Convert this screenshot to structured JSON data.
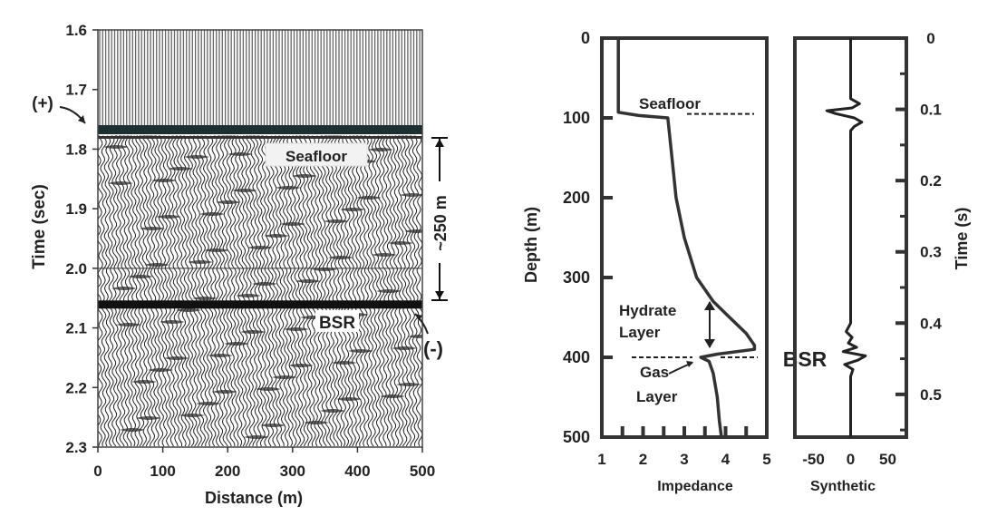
{
  "chart_data": [
    {
      "type": "seismic_section",
      "xlabel": "Distance (m)",
      "ylabel": "Time (sec)",
      "xlim": [
        0,
        500
      ],
      "ylim": [
        1.6,
        2.3
      ],
      "x_ticks": [
        "0",
        "100",
        "200",
        "300",
        "400",
        "500"
      ],
      "y_ticks": [
        "1.6",
        "1.7",
        "1.8",
        "1.9",
        "2.0",
        "2.1",
        "2.2",
        "2.3"
      ],
      "seafloor_time": 1.775,
      "bsr_time": 2.06,
      "annotations": {
        "plus_label": "(+)",
        "minus_label": "(-)",
        "seafloor_label": "Seafloor",
        "bsr_label": "BSR",
        "thickness_label": "~250 m"
      }
    },
    {
      "type": "line",
      "xlabel": "Impedance",
      "ylabel": "Depth (m)",
      "xlim": [
        1,
        5
      ],
      "ylim": [
        0,
        500
      ],
      "x_ticks": [
        "1",
        "2",
        "3",
        "4",
        "5"
      ],
      "y_ticks": [
        "0",
        "100",
        "200",
        "300",
        "400",
        "500"
      ],
      "series": [
        {
          "depth": [
            0,
            93,
            97,
            100,
            150,
            200,
            250,
            300,
            330,
            350,
            370,
            385,
            390,
            396,
            400,
            405,
            420,
            450,
            480,
            500
          ],
          "impedance": [
            1.4,
            1.4,
            1.9,
            2.6,
            2.7,
            2.8,
            3.0,
            3.3,
            3.7,
            4.1,
            4.5,
            4.7,
            4.7,
            3.8,
            3.4,
            3.6,
            3.7,
            3.8,
            3.85,
            3.9
          ]
        }
      ],
      "annotations": {
        "seafloor_label": "Seafloor",
        "hydrate_label_1": "Hydrate",
        "hydrate_label_2": "Layer",
        "gas_label_1": "Gas",
        "gas_label_2": "Layer",
        "bsr_label": "BSR"
      }
    },
    {
      "type": "line",
      "xlabel": "Synthetic",
      "ylabel": "Time (s)",
      "xlim": [
        -75,
        75
      ],
      "ylim": [
        0,
        0.56
      ],
      "x_ticks": [
        "-50",
        "0",
        "50"
      ],
      "y_ticks": [
        "0",
        "0.1",
        "0.2",
        "0.3",
        "0.4",
        "0.5"
      ],
      "series": [
        {
          "time": [
            0,
            0.085,
            0.092,
            0.098,
            0.102,
            0.106,
            0.112,
            0.118,
            0.124,
            0.13,
            0.4,
            0.412,
            0.42,
            0.428,
            0.434,
            0.44,
            0.446,
            0.452,
            0.458,
            0.465,
            0.475,
            0.56
          ],
          "amplitude": [
            0,
            0,
            12,
            2,
            -32,
            -20,
            5,
            15,
            5,
            0,
            0,
            -6,
            2,
            -3,
            8,
            -10,
            20,
            10,
            -8,
            3,
            0,
            0
          ]
        }
      ]
    }
  ]
}
